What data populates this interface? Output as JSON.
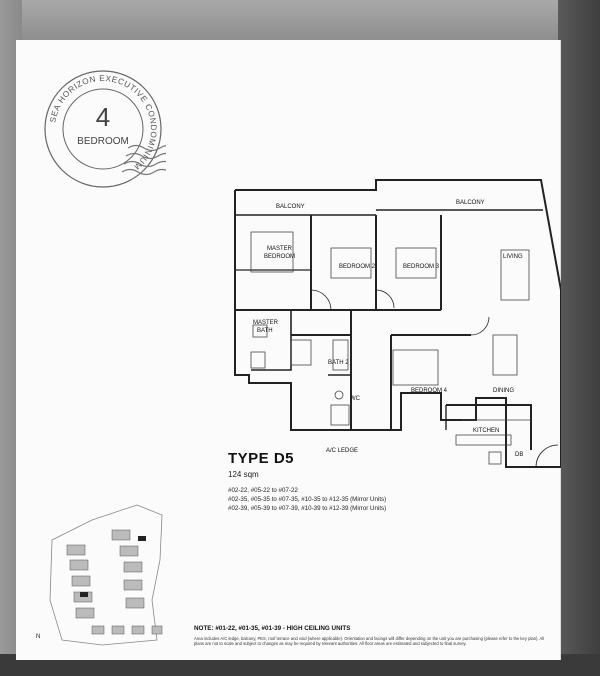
{
  "stamp": {
    "ring_text": "SEA HORIZON EXECUTIVE CONDOMINIUM",
    "number": "4",
    "label": "BEDROOM"
  },
  "plan": {
    "rooms": {
      "balcony_left": "BALCONY",
      "balcony_right": "BALCONY",
      "master_bedroom_1": "MASTER",
      "master_bedroom_2": "BEDROOM",
      "bedroom2": "BEDROOM 2",
      "bedroom3": "BEDROOM 3",
      "living": "LIVING",
      "master_bath_1": "MASTER",
      "master_bath_2": "BATH",
      "bath2": "BATH 2",
      "wc": "WC",
      "bedroom4": "BEDROOM 4",
      "dining": "DINING",
      "kitchen": "KITCHEN",
      "db": "DB",
      "ac_ledge": "A/C LEDGE"
    }
  },
  "type": {
    "title": "TYPE D5",
    "size": "124 sqm",
    "units": [
      "#02-22, #05-22 to #07-22",
      "#02-35, #05-35 to #07-35, #10-35 to #12-35 (Mirror Units)",
      "#02-39, #05-39 to #07-39, #10-39 to #12-39 (Mirror Units)"
    ]
  },
  "keyplan": {
    "north": "N"
  },
  "note": "NOTE: #01-22, #01-35, #01-39 - HIGH CEILING UNITS",
  "disclaimer": "Area includes A/C ledge, balcony, PES, roof terrace and void (where applicable). Orientation and facings will differ depending on the unit you are purchasing (please refer to the key plan). All plans are not to scale and subject to changes as may be required by relevant authorities. All floor areas are estimated and subjected to final survey."
}
